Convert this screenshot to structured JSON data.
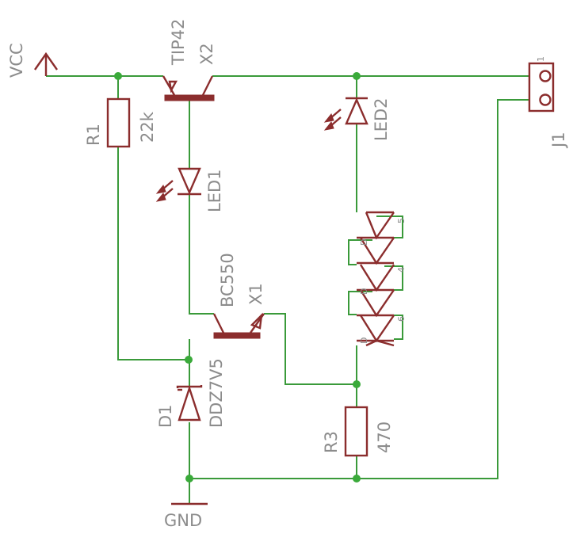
{
  "labels": {
    "vcc": "VCC",
    "gnd": "GND",
    "x2_name": "X2",
    "x2_value": "TIP42",
    "x1_name": "X1",
    "x1_value": "BC550",
    "r1_name": "R1",
    "r1_value": "22k",
    "r3_name": "R3",
    "r3_value": "470",
    "d1_name": "D1",
    "d1_value": "DDZ7V5",
    "led1_name": "LED1",
    "led2_name": "LED2",
    "j1_name": "J1",
    "j1_pin1": "1",
    "diode_pin_a": "D",
    "diode_pin_b": "D",
    "diode_pin_c": "D",
    "pin_5": "5",
    "pin_4": "4",
    "pin_6": "6"
  },
  "colors": {
    "wire": "#3a9a3a",
    "symbol": "#8b2d2d",
    "junction": "#3aaa3a",
    "label": "#8c8c8c"
  }
}
